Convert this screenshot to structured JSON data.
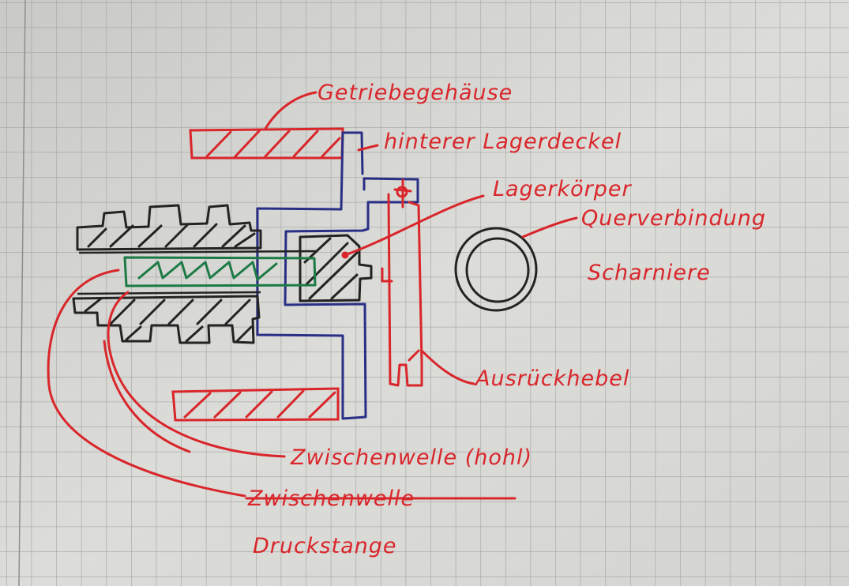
{
  "labels": {
    "getriebegehaeuse": "Getriebegehäuse",
    "hinterer_lagerdeckel": "hinterer Lagerdeckel",
    "lagerkoerper": "Lagerkörper",
    "querverbindung": "Querverbindung",
    "schamiere": "Scharniere",
    "ausrueckhebel": "Ausrückhebel",
    "zwischenwelle_hohl": "Zwischenwelle (hohl)",
    "zwischenwelle_struck": "Zwischenwelle",
    "druckstange": "Druckstange"
  },
  "colors": {
    "paper": "#d9d9d6",
    "grid": "#9fa0a0",
    "ink_red": "#d9262a",
    "ink_blue": "#2a2f86",
    "ink_black": "#232323",
    "ink_green": "#1c7a45"
  }
}
